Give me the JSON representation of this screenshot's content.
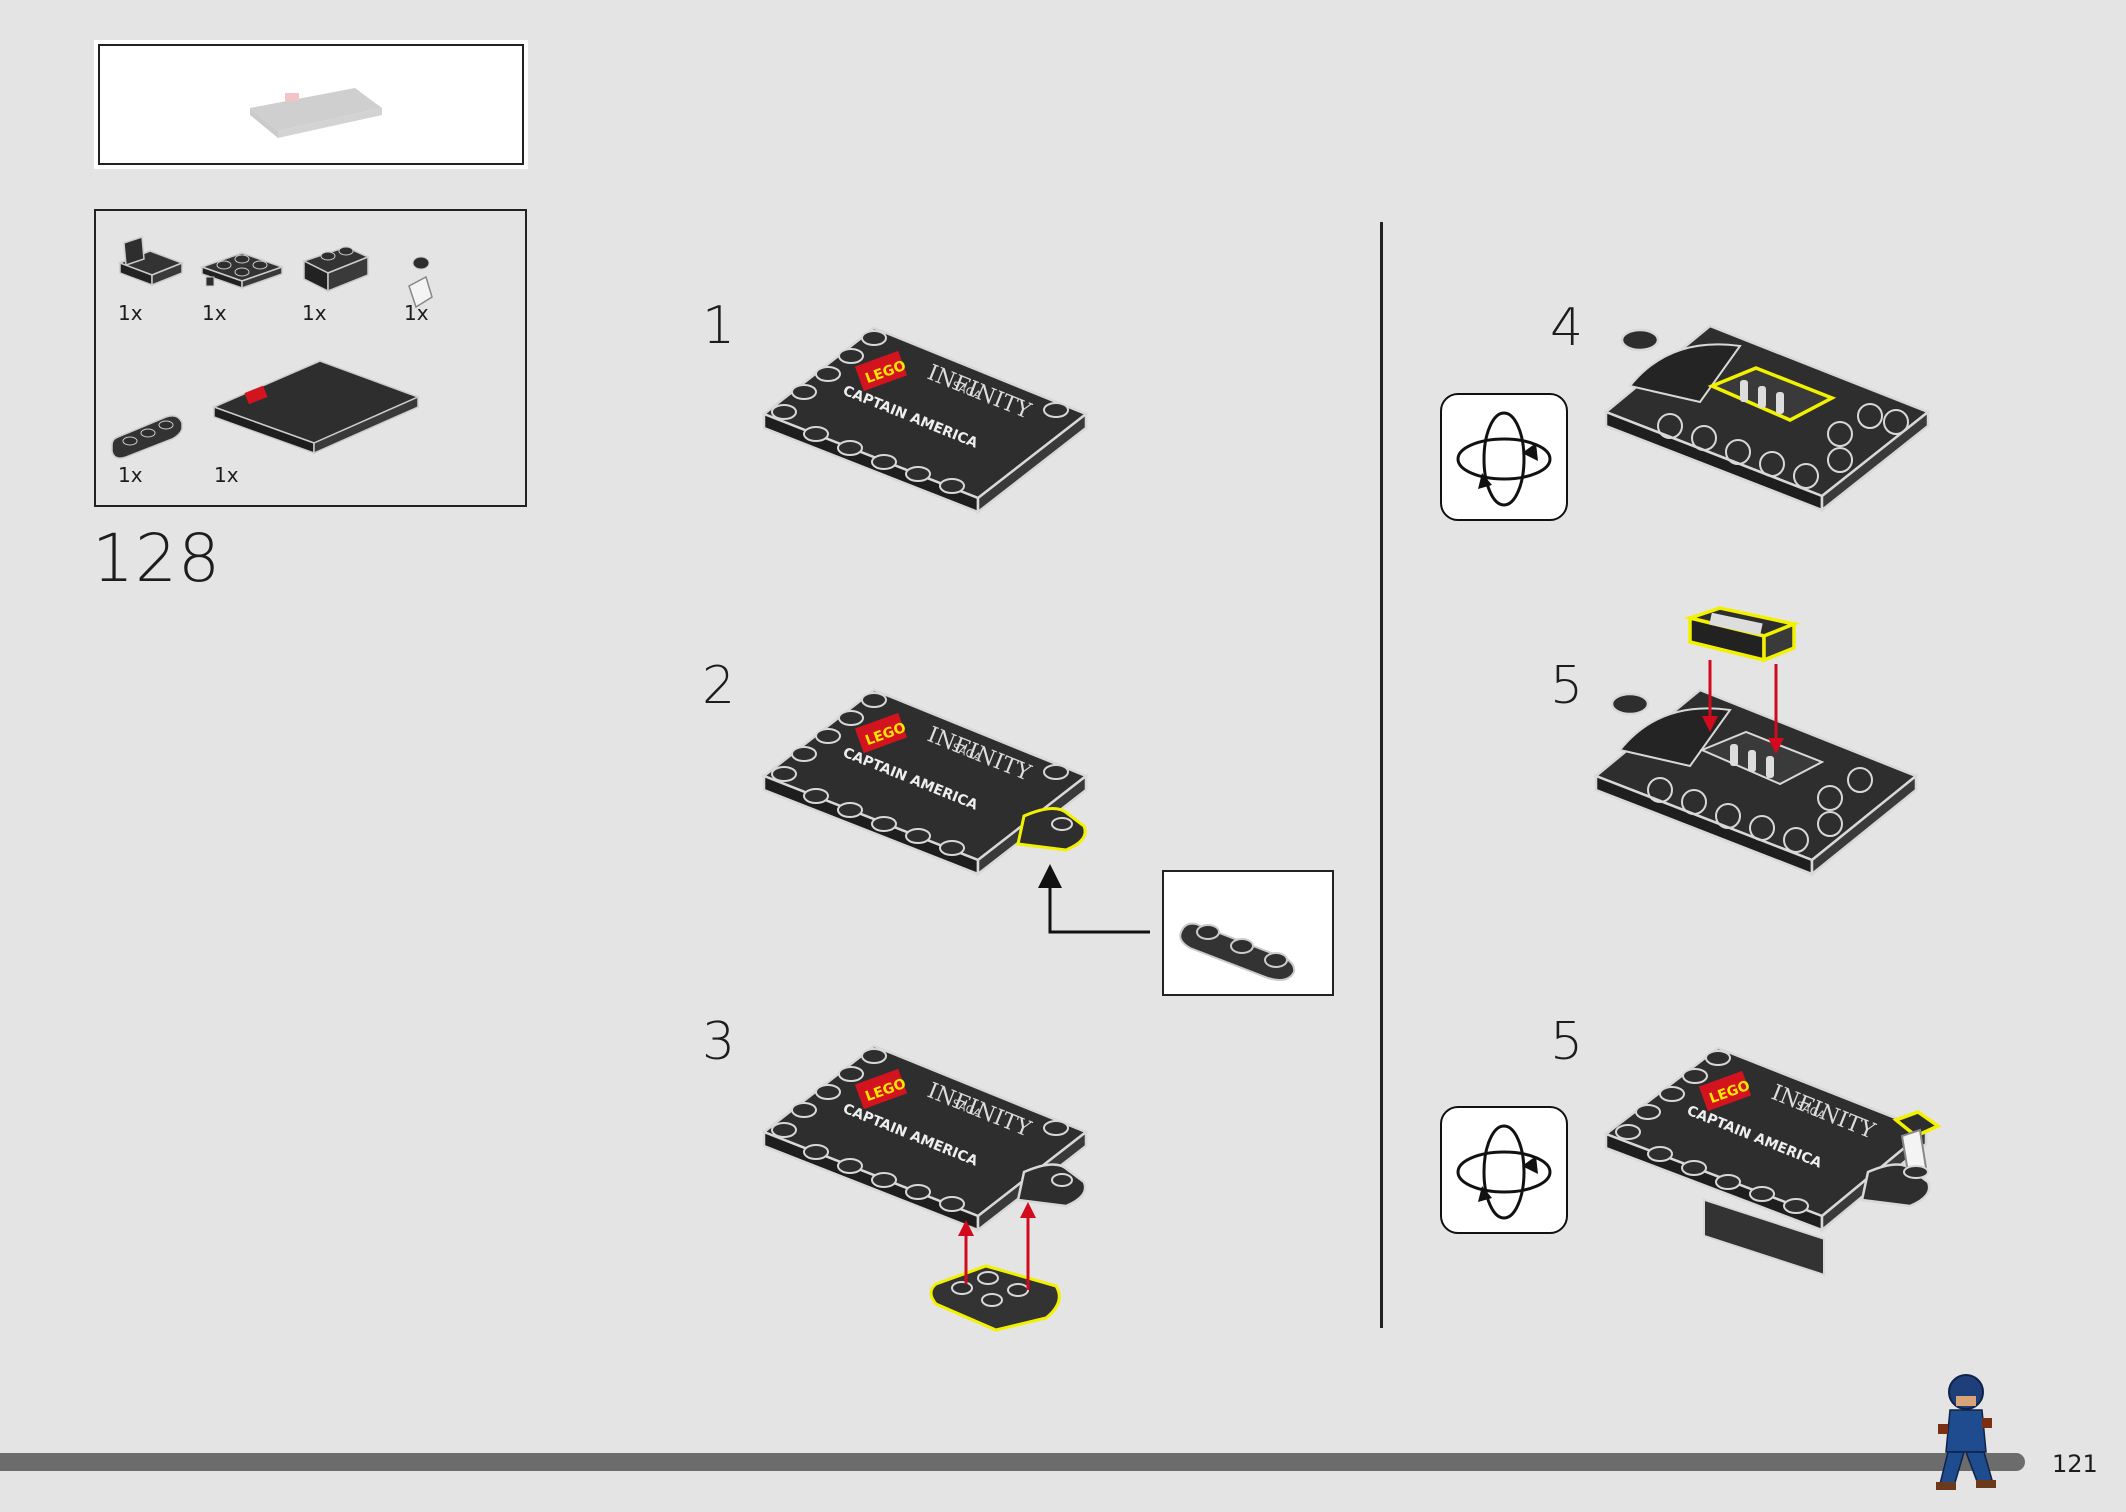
{
  "page": {
    "number": "121",
    "background": "#e4e4e4"
  },
  "submodel_preview": {
    "label": "submodel-preview"
  },
  "parts_list": {
    "row1": [
      {
        "qty": "1x",
        "part": "hinge-brick-icon"
      },
      {
        "qty": "1x",
        "part": "plate-2x2-pin-icon"
      },
      {
        "qty": "1x",
        "part": "slope-plate-2x2-icon"
      },
      {
        "qty": "1x",
        "part": "technic-pin-icon"
      }
    ],
    "row2": [
      {
        "qty": "1x",
        "part": "plate-1x3-rounded-icon"
      },
      {
        "qty": "1x",
        "part": "printed-tile-4x6-icon"
      }
    ]
  },
  "main_step": {
    "number": "128"
  },
  "steps": [
    {
      "number": "1"
    },
    {
      "number": "2"
    },
    {
      "number": "3"
    },
    {
      "number": "4"
    },
    {
      "number": "5"
    },
    {
      "number": "5"
    }
  ],
  "print": {
    "logo": "LEGO",
    "saga_line1": "INFINITY",
    "saga_line2": "SAGA",
    "name": "CAPTAIN AMERICA"
  },
  "colors": {
    "brick": "#2e2e2e",
    "stroke": "#d8d8d8",
    "highlight": "#f2f200",
    "arrow_red": "#d10a1e",
    "logo_red": "#d3141e",
    "bar": "#6c6c6c"
  }
}
